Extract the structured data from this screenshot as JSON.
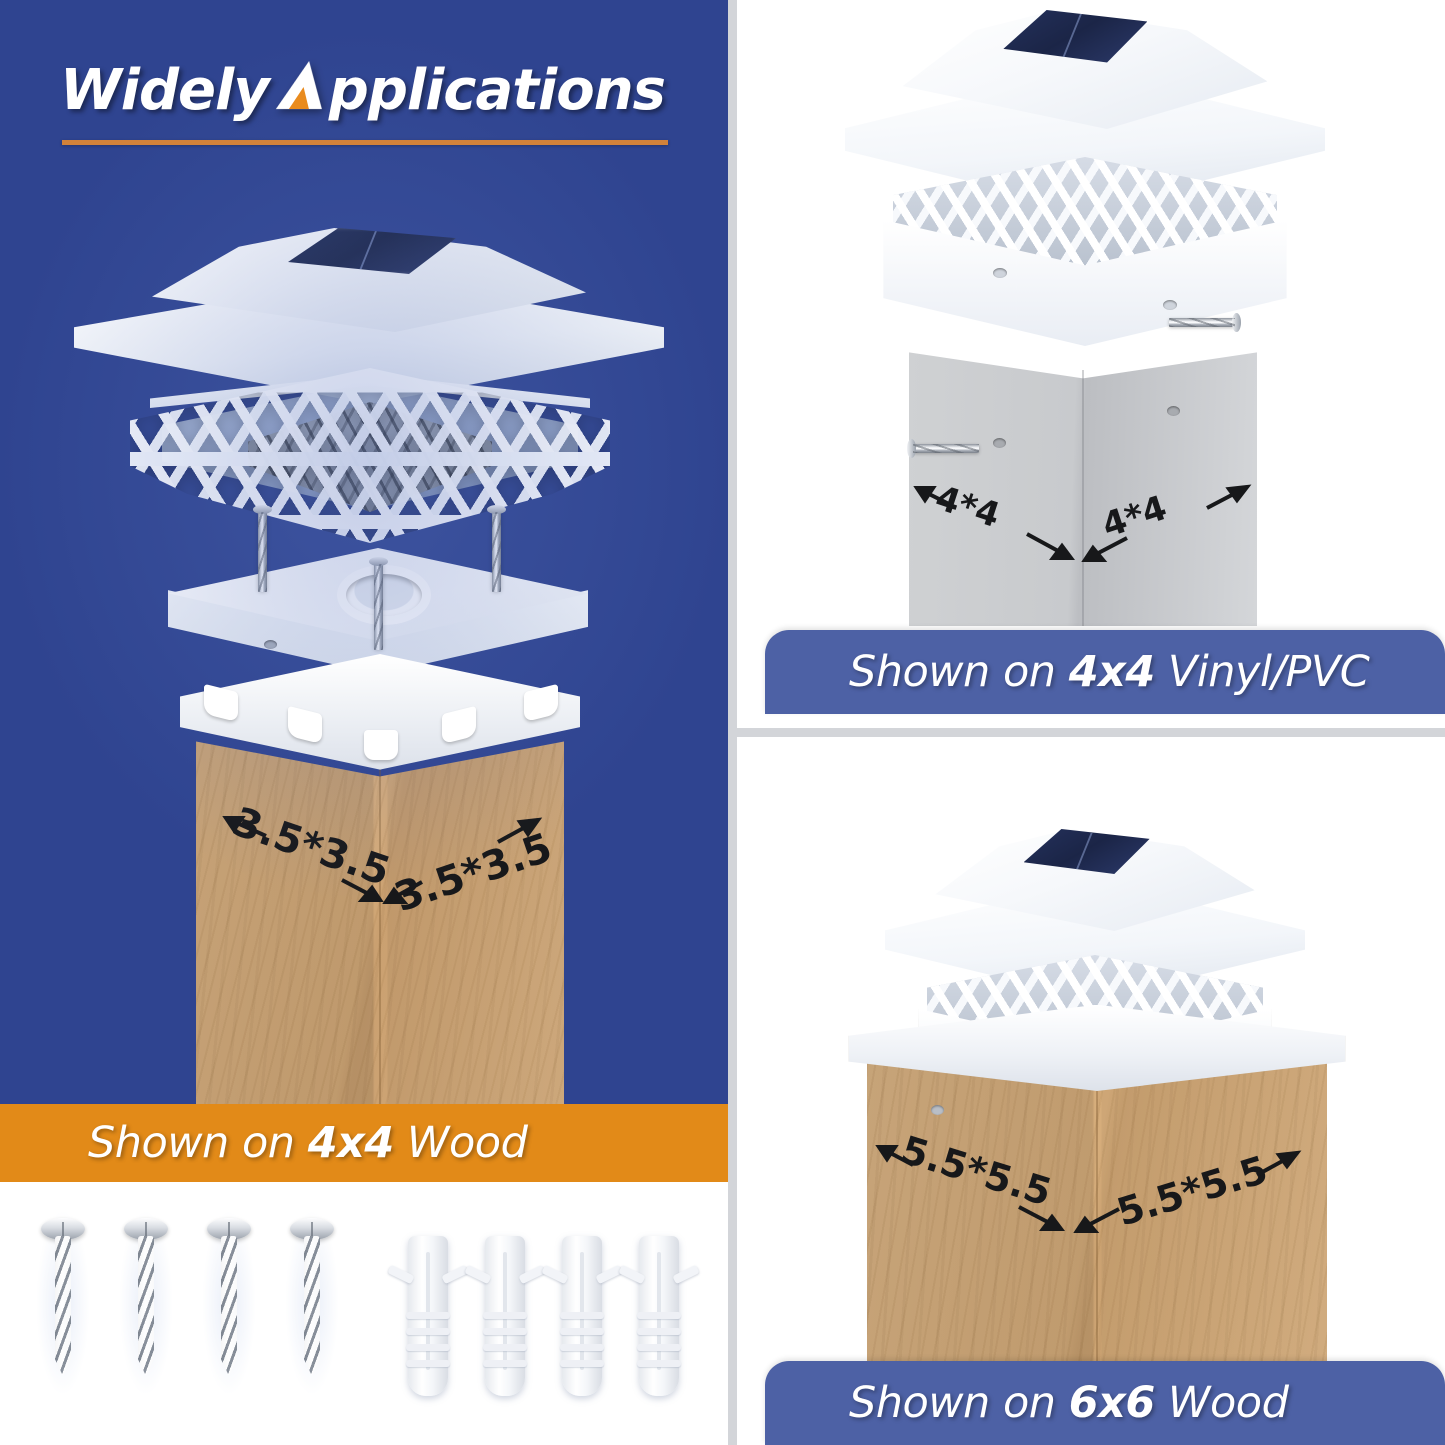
{
  "title": {
    "word1": "Widely",
    "word2_prefix": "",
    "word2_suffix": "pplications",
    "a_glyph": "orange-triangle-A"
  },
  "colors": {
    "background_blue": "#2f4490",
    "accent_orange": "#e28a18",
    "caption_blue": "#4d61a5",
    "title_rule": "#d2823a",
    "wood": "#d6ad7b",
    "vinyl_gray": "#c8cacd",
    "solar_panel": "#1b2547",
    "divider_gray": "#d3d5d9",
    "screw_silver": "#c3c9d2",
    "anchor_white": "#f4f6f9"
  },
  "panels": {
    "wood4x4": {
      "caption_prefix": "Shown on ",
      "caption_bold": "4x4",
      "caption_suffix": " Wood",
      "dimension_left": "3.5*3.5",
      "dimension_right": "3.5*3.5",
      "post_material": "wood",
      "view": "exploded"
    },
    "vinyl4x4": {
      "caption_prefix": "Shown on ",
      "caption_bold": "4x4",
      "caption_suffix": " Vinyl/PVC",
      "dimension_left": "4*4",
      "dimension_right": "4*4",
      "post_material": "vinyl-pvc",
      "view": "assembled"
    },
    "wood6x6": {
      "caption_prefix": "Shown on ",
      "caption_bold": "6x6",
      "caption_suffix": " Wood",
      "dimension_left": "5.5*5.5",
      "dimension_right": "5.5*5.5",
      "post_material": "wood",
      "view": "assembled"
    }
  },
  "hardware": {
    "screw_count": 4,
    "anchor_count": 4,
    "screw_label": "mounting-screw",
    "anchor_label": "wall-anchor"
  },
  "product": {
    "cap_label": "solar-post-cap",
    "solar_panel_label": "solar-panel",
    "lattice_label": "decorative-lattice-ring",
    "base_plate_label": "mounting-base-plate",
    "adapter_collar_label": "post-adapter-collar"
  }
}
